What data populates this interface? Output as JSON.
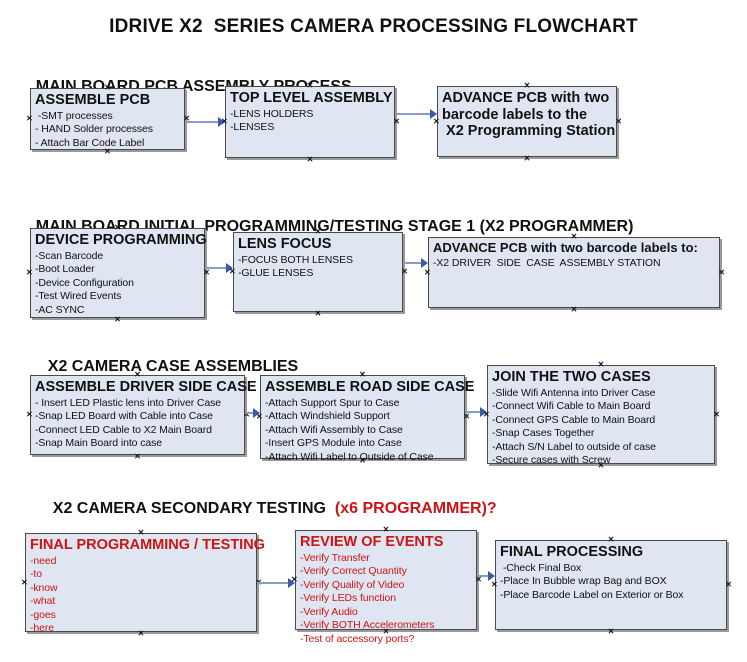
{
  "page_title": "IDRIVE X2  SERIES CAMERA PROCESSING FLOWCHART",
  "icons": {
    "handle_glyph": "✕",
    "arrowhead": "right-arrowhead"
  },
  "colors": {
    "box_fill": "#dfe6f2",
    "box_border": "#4a4a4a",
    "connector_line": "#8a9cc4",
    "connector_head": "#3a5ca8",
    "red_text": "#cc1414",
    "black_text": "#111111"
  },
  "sections": [
    {
      "heading": "MAIN BOARD PCB ASSEMBLY PROCESS",
      "boxes": [
        {
          "title": "ASSEMBLE PCB",
          "items": [
            " -SMT processes",
            "- HAND Solder processes",
            "- Attach Bar Code Label"
          ]
        },
        {
          "title": "TOP LEVEL ASSEMBLY",
          "items": [
            "-LENS HOLDERS",
            "-LENSES"
          ]
        },
        {
          "title": "ADVANCE PCB with two\nbarcode labels to the\n X2 Programming Station",
          "items": []
        }
      ]
    },
    {
      "heading": "MAIN BOARD INITIAL PROGRAMMING/TESTING STAGE 1 (X2 PROGRAMMER)",
      "boxes": [
        {
          "title": "DEVICE PROGRAMMING",
          "items": [
            "-Scan Barcode",
            "-Boot Loader",
            "-Device Configuration",
            "-Test Wired Events",
            "-AC SYNC"
          ]
        },
        {
          "title": "LENS FOCUS",
          "items": [
            "-FOCUS BOTH LENSES",
            "-GLUE LENSES"
          ]
        },
        {
          "title": "ADVANCE PCB with two barcode labels to:",
          "items": [
            "-X2 DRIVER  SIDE  CASE  ASSEMBLY STATION"
          ]
        }
      ]
    },
    {
      "heading": "X2 CAMERA CASE ASSEMBLIES",
      "boxes": [
        {
          "title": "ASSEMBLE DRIVER SIDE CASE",
          "items": [
            "- Insert LED Plastic lens into Driver Case",
            "-Snap LED Board with Cable into Case",
            "-Connect LED Cable to X2 Main Board",
            "-Snap Main Board into case"
          ]
        },
        {
          "title": "ASSEMBLE ROAD SIDE CASE",
          "items": [
            "-Attach Support Spur to Case",
            "-Attach Windshield Support",
            "-Attach Wifi Assembly to Case",
            "-Insert GPS Module into Case",
            "-Attach Wifi Label to Outside of Case"
          ]
        },
        {
          "title": "JOIN THE TWO CASES",
          "items": [
            "-Slide Wifi Antenna into Driver Case",
            "-Connect Wifi Cable to Main Board",
            "-Connect GPS Cable to Main Board",
            "-Snap Cases Together",
            "-Attach S/N Label to outside of case",
            "-Secure cases with Screw"
          ]
        }
      ]
    },
    {
      "heading": "X2 CAMERA SECONDARY TESTING  ",
      "heading_red": "(x6 PROGRAMMER)?",
      "boxes": [
        {
          "title": "FINAL PROGRAMMING / TESTING",
          "items": [
            "-need",
            "-to",
            "-know",
            "-what",
            "-goes",
            "-here"
          ]
        },
        {
          "title": "REVIEW OF EVENTS",
          "items": [
            "-Verify Transfer",
            "-Verify Correct Quantity",
            "-Verify Quality of Video",
            "-Verify LEDs function",
            "-Verify Audio",
            "-Verify BOTH Accelerometers",
            "-Test of accessory ports?"
          ]
        },
        {
          "title": "FINAL PROCESSING",
          "items": [
            " -Check Final Box",
            "-Place In Bubble wrap Bag and BOX",
            "-Place Barcode Label on Exterior or Box"
          ]
        }
      ]
    }
  ]
}
